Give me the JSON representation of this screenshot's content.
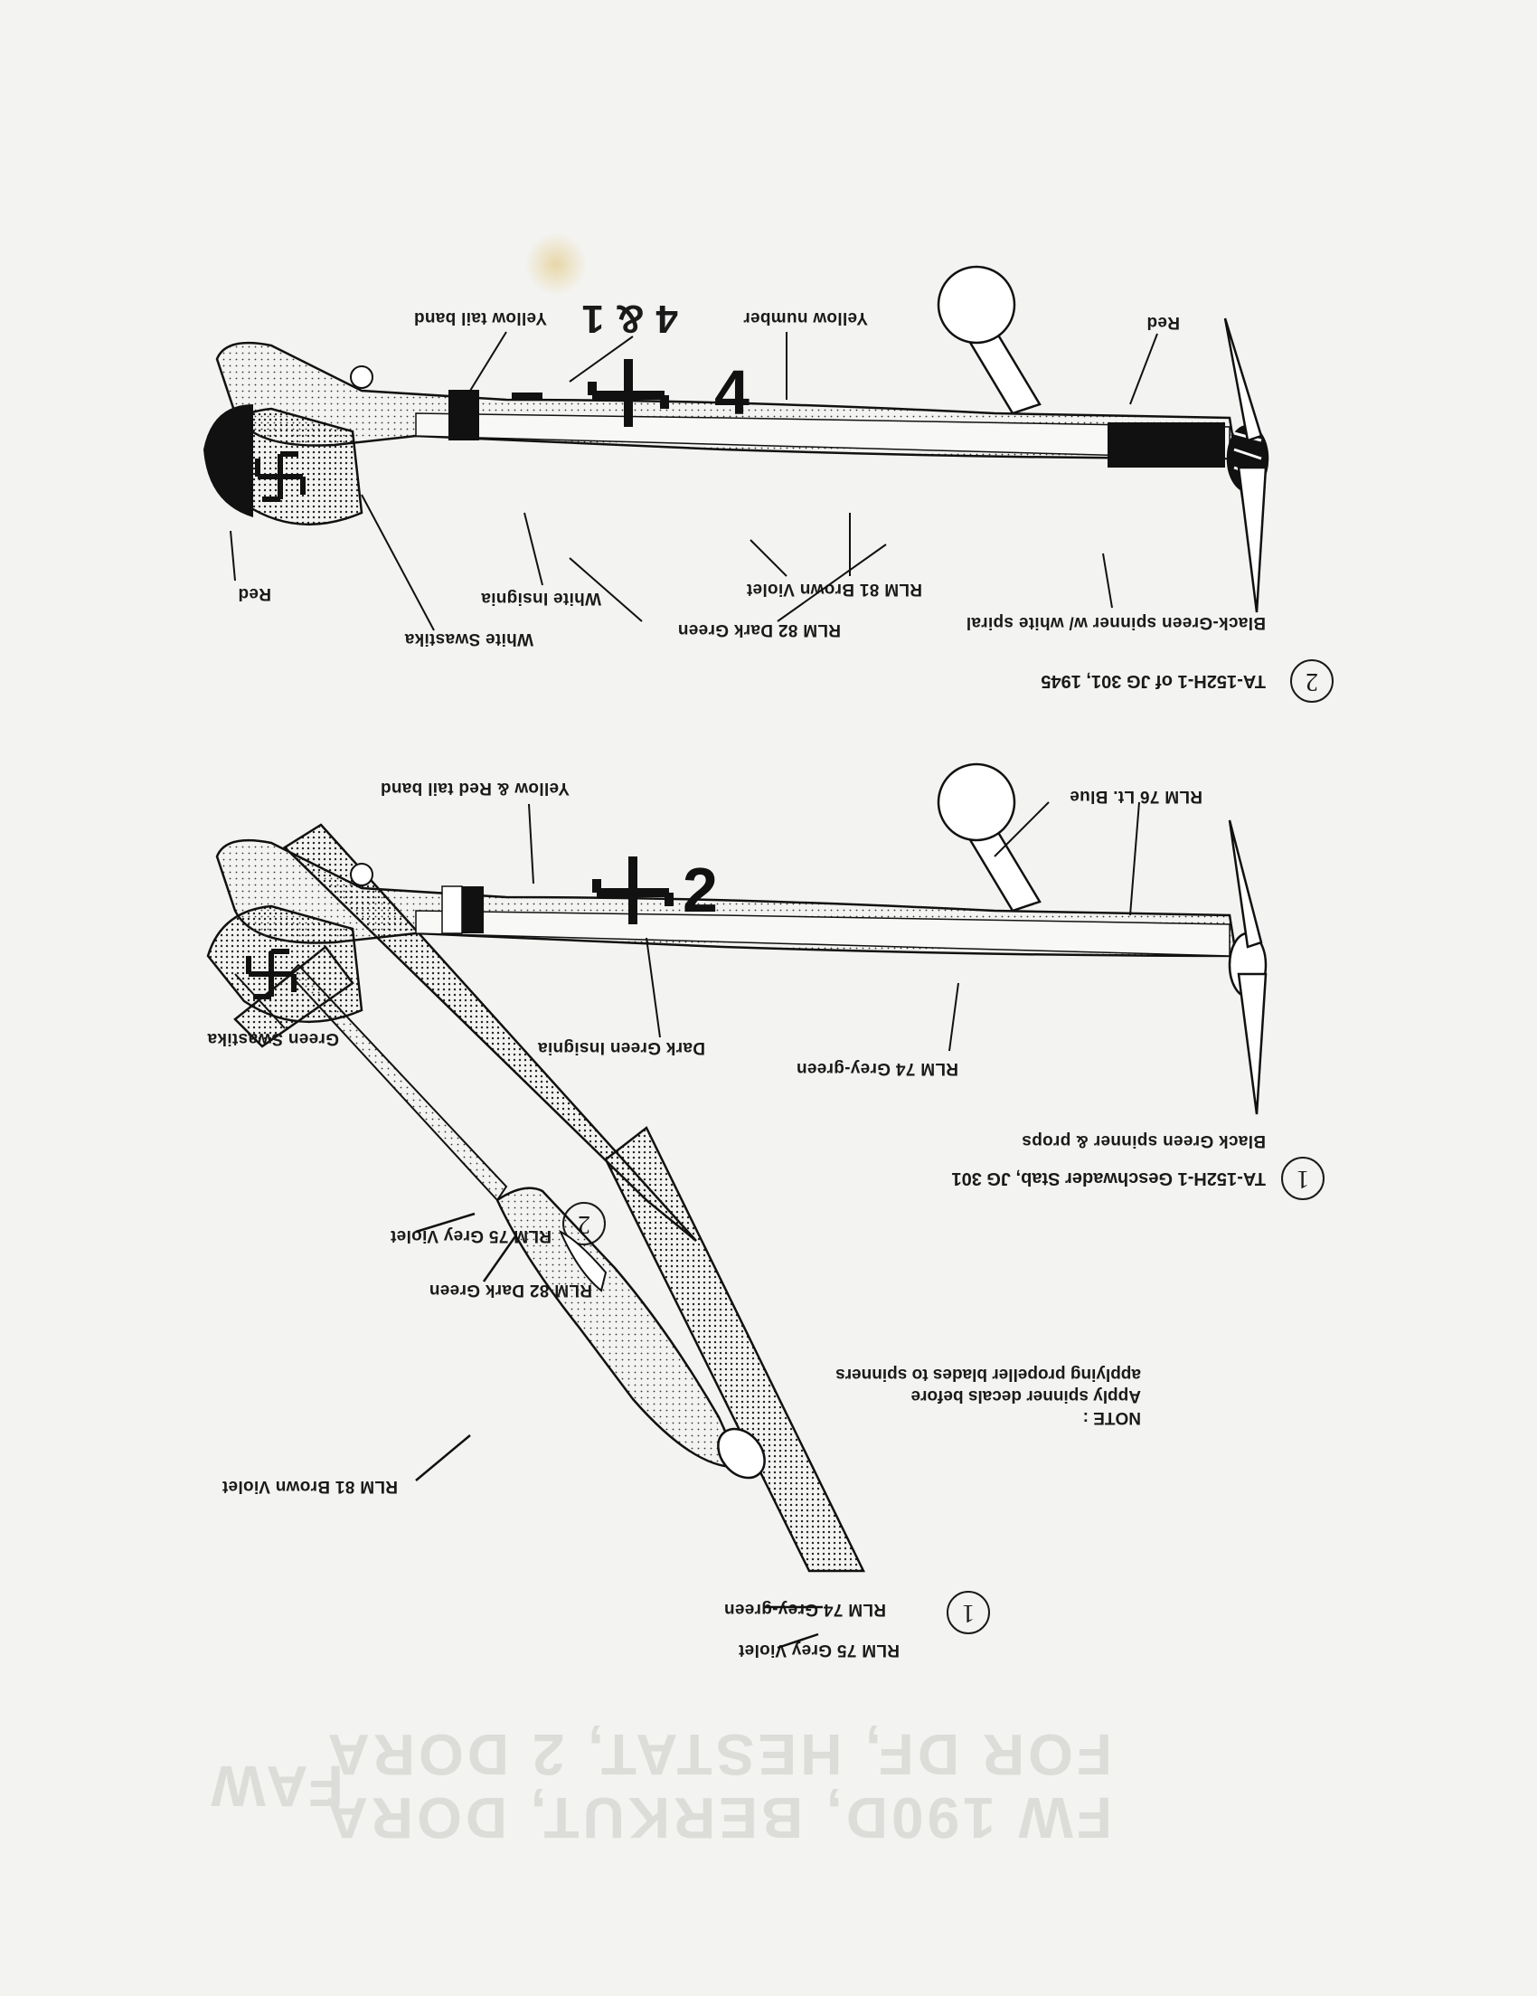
{
  "document": {
    "type": "decal-instruction-sheet",
    "orientation": "upside-down-scan",
    "ghost_bleedthrough": [
      "FW 190D, BERKUT, DORA",
      "FOR DF, HESTAT, 2 DORA",
      "FAW"
    ]
  },
  "profile_2": {
    "marker": "2",
    "title": "TA-152H-1 of JG 301, 1945",
    "labels": {
      "nose_band": "Red",
      "spinner": "Black-Green spinner w/ white spiral",
      "number": "Yellow number",
      "number_glyphs": "4 & 1",
      "tail_band": "Yellow tail band",
      "dark_green": "RLM 82 Dark Green",
      "brown_violet": "RLM 81 Brown Violet",
      "insignia": "White Insignia",
      "swastika": "White Swastika",
      "rudder": "Red"
    },
    "fuselage_code": "4"
  },
  "profile_1": {
    "marker": "1",
    "title": "TA-152H-1  Geschwader Stab, JG 301",
    "labels": {
      "spinner": "Black Green spinner & props",
      "grey_green": "RLM 74 Grey-green",
      "insignia": "Dark Green Insignia",
      "swastika": "Green Swastika",
      "tail_band": "Yellow & Red tail band",
      "light_blue": "RLM 76 Lt. Blue"
    },
    "fuselage_code": "2"
  },
  "note": {
    "heading": "NOTE :",
    "line1": "Apply spinner decals before",
    "line2": "applying propeller blades to spinners"
  },
  "plan_view": {
    "scheme_1": {
      "marker": "1",
      "grey_violet": "RLM 75 Grey Violet",
      "grey_green": "RLM 74 Grey-green"
    },
    "scheme_2": {
      "marker": "2",
      "grey_violet": "RLM 75 Grey Violet",
      "dark_green": "RLM 82 Dark Green"
    },
    "brown_violet": "RLM 81 Brown Violet"
  }
}
